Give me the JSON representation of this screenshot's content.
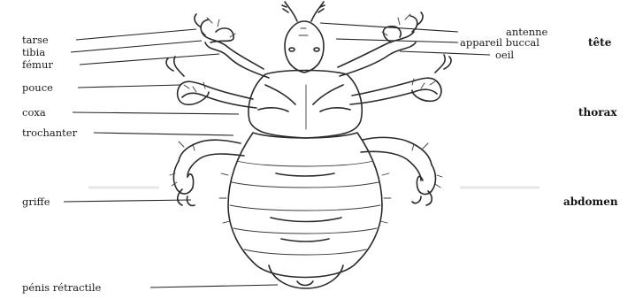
{
  "labels_left": {
    "tarse": "tarse",
    "tibia": "tibia",
    "femur": "fémur",
    "pouce": "pouce",
    "coxa": "coxa",
    "trochanter": "trochanter",
    "griffe": "griffe",
    "penis": "pénis rétractile"
  },
  "labels_right": {
    "antenne": "antenne",
    "appareil": "appareil buccal",
    "oeil": "oeil"
  },
  "regions": {
    "tete": "tête",
    "thorax": "thorax",
    "abdomen": "abdomen"
  }
}
